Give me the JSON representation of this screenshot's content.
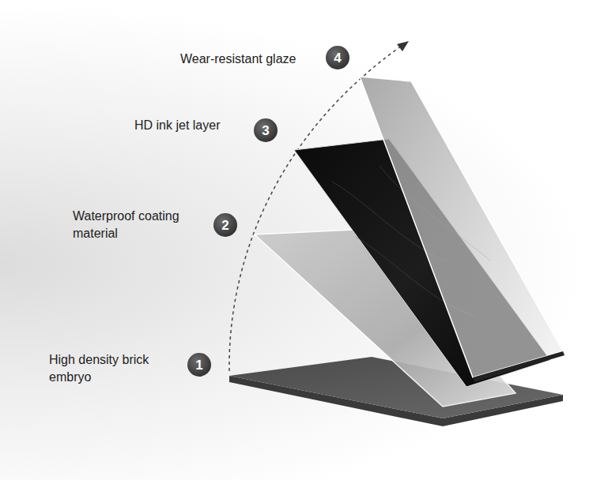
{
  "diagram": {
    "nodes": [
      {
        "text": [
          "4"
        ]
      },
      {
        "text": [
          "3"
        ]
      },
      {
        "text": [
          "2"
        ]
      },
      {
        "text": [
          "1"
        ]
      }
    ],
    "labels": [
      "Wear-resistant glaze",
      "HD ink jet layer",
      "Waterproof coating material",
      "High density brick embryo"
    ]
  }
}
